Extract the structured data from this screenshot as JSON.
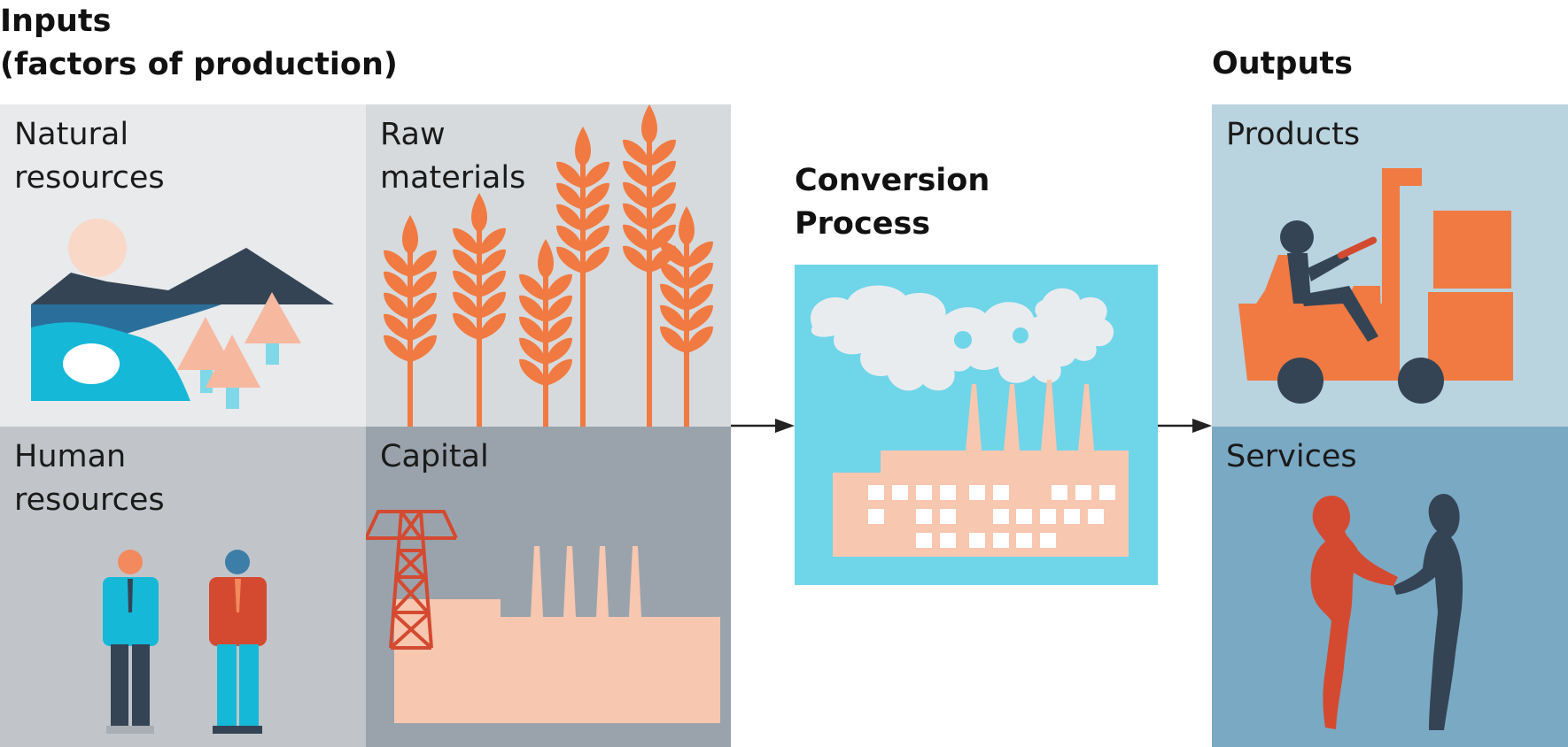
{
  "inputs": {
    "heading_line1": "Inputs",
    "heading_line2": "(factors of production)",
    "natural": {
      "line1": "Natural",
      "line2": "resources"
    },
    "raw": {
      "line1": "Raw",
      "line2": "materials"
    },
    "human": {
      "line1": "Human",
      "line2": "resources"
    },
    "capital": {
      "line1": "Capital"
    }
  },
  "process": {
    "line1": "Conversion",
    "line2": "Process"
  },
  "outputs": {
    "heading": "Outputs",
    "products": "Products",
    "services": "Services"
  },
  "colors": {
    "natural_bg": "#e8eaeb",
    "raw_bg": "#d7dadd",
    "human_bg": "#c1c5ca",
    "capital_bg": "#9aa3ac",
    "process_bg": "#6fd5e8",
    "products_bg": "#b9d3df",
    "services_bg": "#7aa9c4",
    "orange": "#f07a41",
    "salmon": "#f7c7b0",
    "navy": "#344455",
    "cyan": "#16b8d8",
    "red": "#d44a30"
  }
}
